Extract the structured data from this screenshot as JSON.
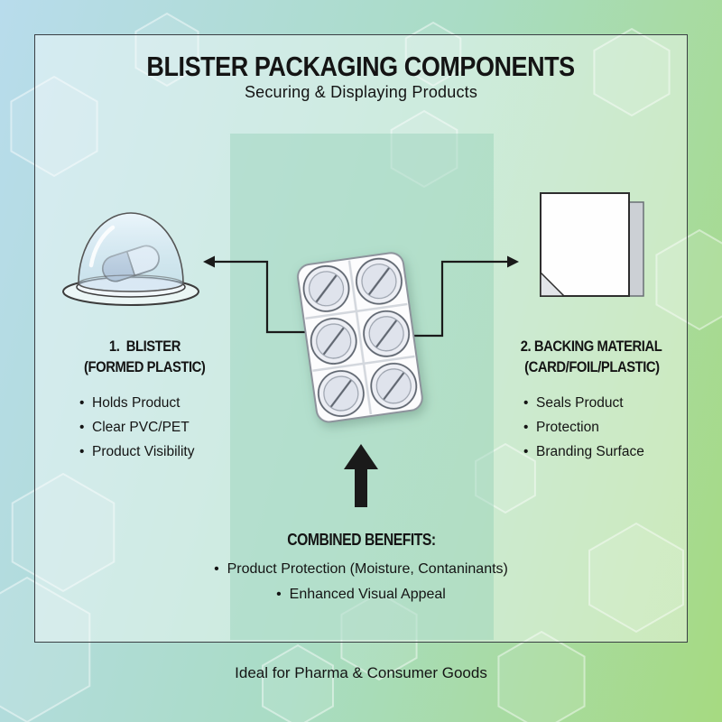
{
  "header": {
    "title": "BLISTER PACKAGING COMPONENTS",
    "subtitle": "Securing & Displaying Products"
  },
  "left_section": {
    "icon": "blister-dome-icon",
    "heading_line1": "1.  BLISTER",
    "heading_line2": "(FORMED PLASTIC)",
    "bullets": [
      "Holds Product",
      "Clear PVC/PET",
      "Product Visibility"
    ]
  },
  "right_section": {
    "icon": "backing-card-icon",
    "heading_line1": "2. BACKING MATERIAL",
    "heading_line2": "(CARD/FOIL/PLASTIC)",
    "bullets": [
      "Seals Product",
      "Protection",
      "Branding Surface"
    ]
  },
  "center": {
    "icon": "blister-pack-icon"
  },
  "benefits": {
    "heading": "COMBINED BENEFITS:",
    "bullets": [
      "Product Protection (Moisture, Contaninants)",
      "Enhanced Visual Appeal"
    ]
  },
  "footer": {
    "tagline": "Ideal for Pharma & Consumer Goods"
  },
  "colors": {
    "bg_gradient_start": "#b8dcec",
    "bg_gradient_mid": "#a9dcc4",
    "bg_gradient_end": "#a6da81",
    "panel_fill": "rgba(255,255,255,0.42)",
    "panel_border": "#3a3f44",
    "band_fill": "rgba(141,205,177,0.40)",
    "text": "#141414",
    "arrow": "#1a1a1a"
  }
}
